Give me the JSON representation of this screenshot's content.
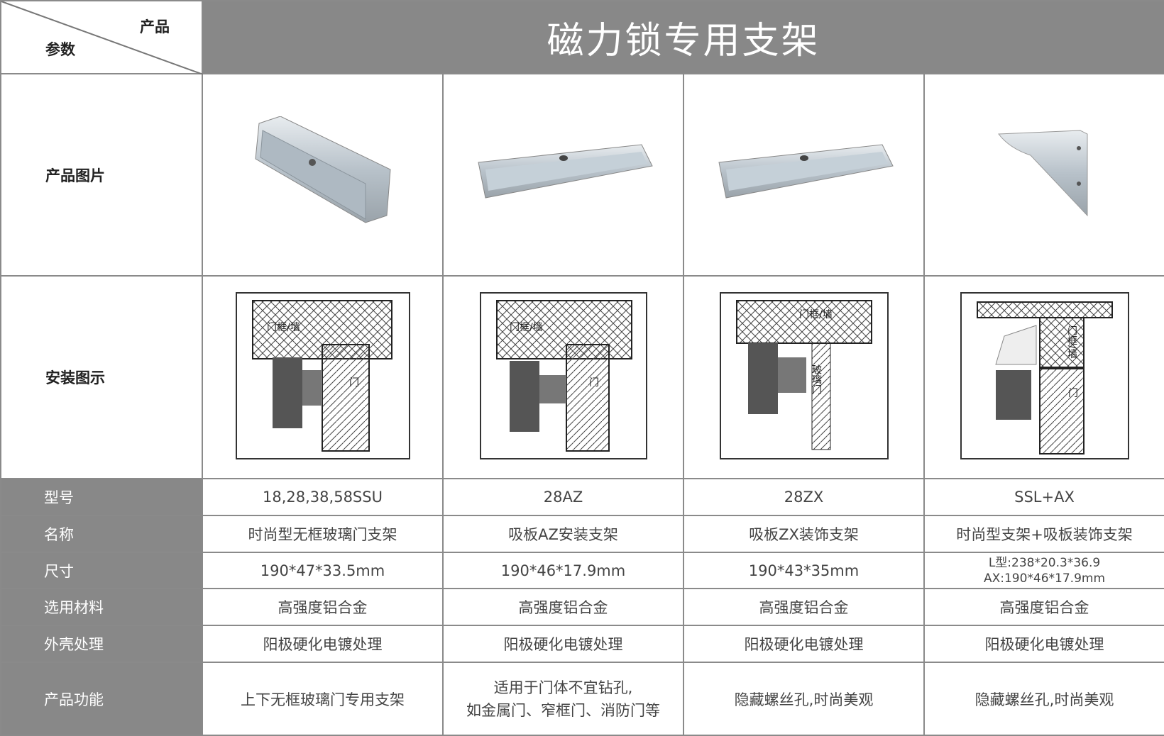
{
  "header": {
    "corner_product": "产品",
    "corner_param": "参数",
    "title": "磁力锁专用支架"
  },
  "rows": {
    "image": "产品图片",
    "diagram": "安装图示"
  },
  "diagram_labels": {
    "frame_wall": "门框/墙",
    "door": "门",
    "glass_door": "玻璃门"
  },
  "spec_rows": [
    {
      "label": "型号",
      "values": [
        "18,28,38,58SSU",
        "28AZ",
        "28ZX",
        "SSL+AX"
      ]
    },
    {
      "label": "名称",
      "values": [
        "时尚型无框玻璃门支架",
        "吸板AZ安装支架",
        "吸板ZX装饰支架",
        "时尚型支架+吸板装饰支架"
      ]
    },
    {
      "label": "尺寸",
      "values": [
        "190*47*33.5mm",
        "190*46*17.9mm",
        "190*43*35mm",
        "L型:238*20.3*36.9\nAX:190*46*17.9mm"
      ]
    },
    {
      "label": "选用材料",
      "values": [
        "高强度铝合金",
        "高强度铝合金",
        "高强度铝合金",
        "高强度铝合金"
      ]
    },
    {
      "label": "外壳处理",
      "values": [
        "阳极硬化电镀处理",
        "阳极硬化电镀处理",
        "阳极硬化电镀处理",
        "阳极硬化电镀处理"
      ]
    },
    {
      "label": "产品功能",
      "values": [
        "上下无框玻璃门专用支架",
        "适用于门体不宜钻孔,\n如金属门、窄框门、消防门等",
        "隐藏螺丝孔,时尚美观",
        "隐藏螺丝孔,时尚美观"
      ]
    }
  ],
  "size_ssl": {
    "line1": "L型:238*20.3*36.9",
    "line2": "AX:190*46*17.9mm"
  },
  "func_az": {
    "line1": "适用于门体不宜钻孔,",
    "line2": "如金属门、窄框门、消防门等"
  }
}
